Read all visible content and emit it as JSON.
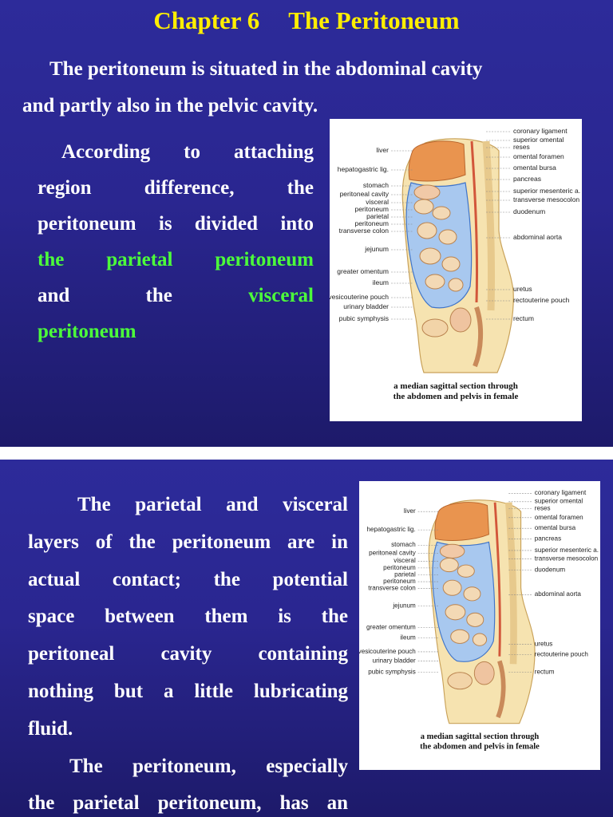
{
  "slide1": {
    "title_part1": "Chapter 6",
    "title_part2": "The Peritoneum",
    "intro_line1": "The peritoneum is situated in the abdominal cavity",
    "intro_line2": "and partly also in the pelvic cavity.",
    "para_words": {
      "l1": [
        "According",
        "to",
        "attaching"
      ],
      "l2": [
        "region",
        "difference,",
        "the"
      ],
      "l3": "peritoneum is divided into",
      "l4": [
        "the",
        "parietal",
        "peritoneum"
      ],
      "l5": [
        "and",
        "the",
        "visceral"
      ],
      "l6": "peritoneum"
    }
  },
  "slide2": {
    "lines": [
      "The parietal and visceral",
      "layers of the peritoneum are in",
      "actual contact; the potential",
      "space between them is the",
      "peritoneal cavity containing",
      "nothing but a little lubricating",
      "fluid.",
      "The peritoneum, especially",
      "the parietal peritoneum, has an"
    ]
  },
  "figure": {
    "left_labels": [
      "liver",
      "hepatogastric lig.",
      "stomach",
      "peritoneal cavity",
      "visceral",
      "peritoneum",
      "parietal",
      "peritoneum",
      "transverse colon",
      "jejunum",
      "greater omentum",
      "ileum",
      "vesicouterine pouch",
      "urinary bladder",
      "pubic symphysis"
    ],
    "right_labels": [
      "coronary ligament",
      "superior omental",
      "reses",
      "omental foramen",
      "omental bursa",
      "pancreas",
      "superior mesenteric a.",
      "transverse mesocolon",
      "duodenum",
      "abdominal aorta",
      "uretus",
      "rectouterine pouch",
      "rectum"
    ],
    "caption_line1": "a median sagittal section through",
    "caption_line2": "the abdomen and pelvis in female"
  },
  "colors": {
    "background": "#2a2690",
    "title": "#ffee00",
    "highlight": "#4cff3a",
    "text": "#ffffff"
  }
}
